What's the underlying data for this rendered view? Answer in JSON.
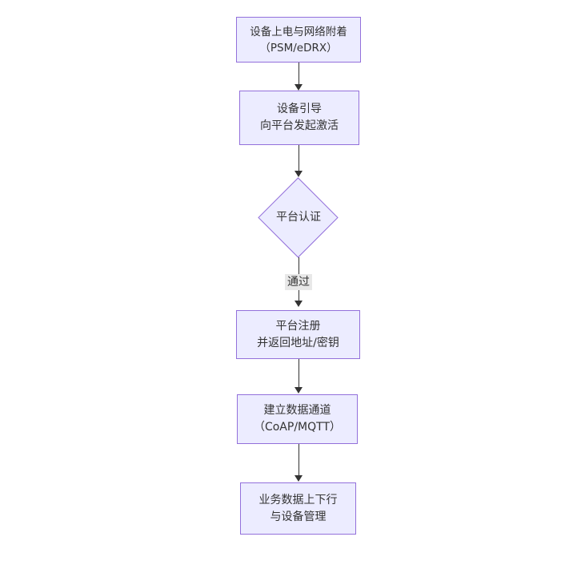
{
  "colors": {
    "node_fill": "#ECECFF",
    "node_border": "#9370DB",
    "arrow_color": "#333333",
    "text_color": "#333333",
    "label_bg": "#e8e8e8",
    "bg": "#ffffff"
  },
  "flowchart": {
    "direction": "top-down",
    "nodes": [
      {
        "id": "n1",
        "type": "rect",
        "lines": [
          "设备上电与网络附着",
          "（PSM/eDRX）"
        ]
      },
      {
        "id": "n2",
        "type": "rect",
        "lines": [
          "设备引导",
          "向平台发起激活"
        ]
      },
      {
        "id": "n3",
        "type": "diamond",
        "lines": [
          "平台认证"
        ]
      },
      {
        "id": "n4",
        "type": "rect",
        "lines": [
          "平台注册",
          "并返回地址/密钥"
        ]
      },
      {
        "id": "n5",
        "type": "rect",
        "lines": [
          "建立数据通道",
          "（CoAP/MQTT）"
        ]
      },
      {
        "id": "n6",
        "type": "rect",
        "lines": [
          "业务数据上下行",
          "与设备管理"
        ]
      }
    ],
    "edges": [
      {
        "from": "n1",
        "to": "n2",
        "label": ""
      },
      {
        "from": "n2",
        "to": "n3",
        "label": ""
      },
      {
        "from": "n3",
        "to": "n4",
        "label": "通过"
      },
      {
        "from": "n4",
        "to": "n5",
        "label": ""
      },
      {
        "from": "n5",
        "to": "n6",
        "label": ""
      }
    ]
  }
}
